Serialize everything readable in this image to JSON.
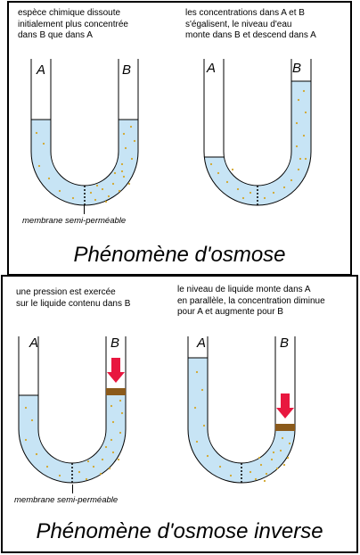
{
  "osmose": {
    "caption_left": "espèce chimique dissoute\ninitialement plus concentrée\ndans B que dans A",
    "caption_right": "les concentrations dans A et B\ns'égalisent, le niveau d'eau\nmonte dans B et descend dans A",
    "label_a": "A",
    "label_b": "B",
    "membrane_label": "membrane semi-perméable",
    "title": "Phénomène d'osmose"
  },
  "inverse": {
    "caption_left": "une pression est exercée\nsur le liquide contenu dans B",
    "caption_right": "le niveau de liquide monte dans A\nen parallèle, la concentration diminue\npour A et augmente pour B",
    "label_a": "A",
    "label_b": "B",
    "membrane_label": "membrane semi-perméable",
    "title": "Phénomène d'osmose inverse"
  },
  "colors": {
    "liquid": "#c7e4f5",
    "particle": "#d2a52a",
    "piston": "#8b5a1b",
    "arrow": "#e8173f",
    "outline": "#000000"
  }
}
